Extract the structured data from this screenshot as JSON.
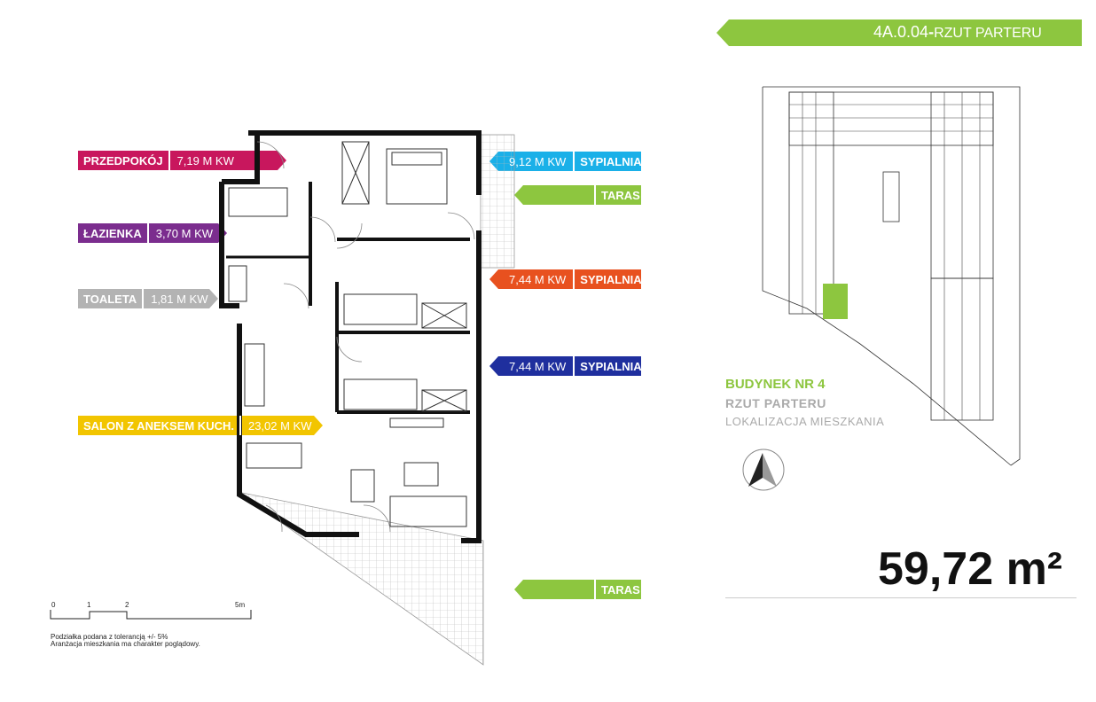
{
  "header": {
    "code": "4A.0.04",
    "dash": "-",
    "subtitle": "RZUT PARTERU"
  },
  "rooms": [
    {
      "name": "PRZEDPOKÓJ",
      "area": "7,19 M KW",
      "color": "#c8175d"
    },
    {
      "name": "ŁAZIENKA",
      "area": "3,70 M KW",
      "color": "#7b2d8e"
    },
    {
      "name": "TOALETA",
      "area": "1,81 M KW",
      "color": "#b3b3b3"
    },
    {
      "name": "SALON Z ANEKSEM KUCH.",
      "area": "23,02 M KW",
      "color": "#f2c500"
    },
    {
      "name": "SYPIALNIA",
      "area": "9,12 M KW",
      "color": "#1ab0e8"
    },
    {
      "name": "TARAS",
      "area": "",
      "color": "#8dc63f"
    },
    {
      "name": "SYPIALNIA",
      "area": "7,44 M KW",
      "color": "#e8511f"
    },
    {
      "name": "SYPIALNIA",
      "area": "7,44 M KW",
      "color": "#1f2f9e"
    },
    {
      "name": "TARAS",
      "area": "",
      "color": "#8dc63f"
    }
  ],
  "building": {
    "title": "BUDYNEK NR 4",
    "floor": "RZUT PARTERU",
    "location": "LOKALIZACJA MIESZKANIA"
  },
  "total_area": "59,72 m²",
  "scale": {
    "ticks": [
      "0",
      "1",
      "2",
      "5m"
    ]
  },
  "notes": [
    "Podziałka podana z tolerancją +/- 5%",
    "Aranżacja mieszkania ma charakter poglądowy."
  ],
  "colors": {
    "accent_green": "#8dc63f",
    "wall": "#111111"
  }
}
